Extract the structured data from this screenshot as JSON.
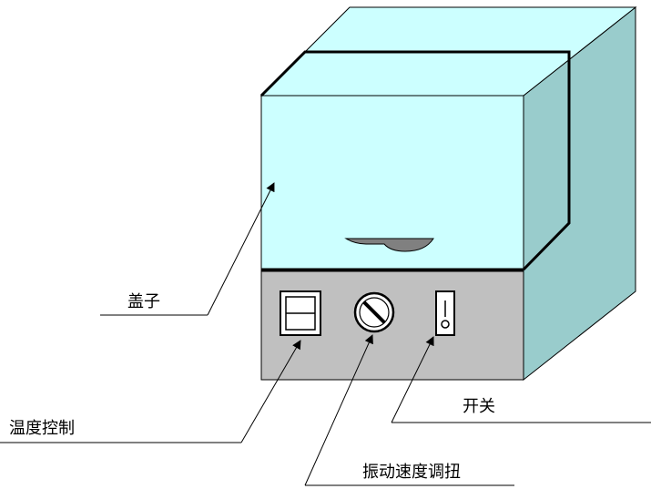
{
  "labels": {
    "lid": "盖子",
    "temperature_control": "温度控制",
    "vibration_speed_knob": "振动速度调扭",
    "switch": "开关"
  },
  "colors": {
    "lid": "#ccffff",
    "side": "#99cccc",
    "base": "#c0c0c0",
    "handle": "#808080",
    "line": "#000000",
    "background": "#ffffff"
  }
}
